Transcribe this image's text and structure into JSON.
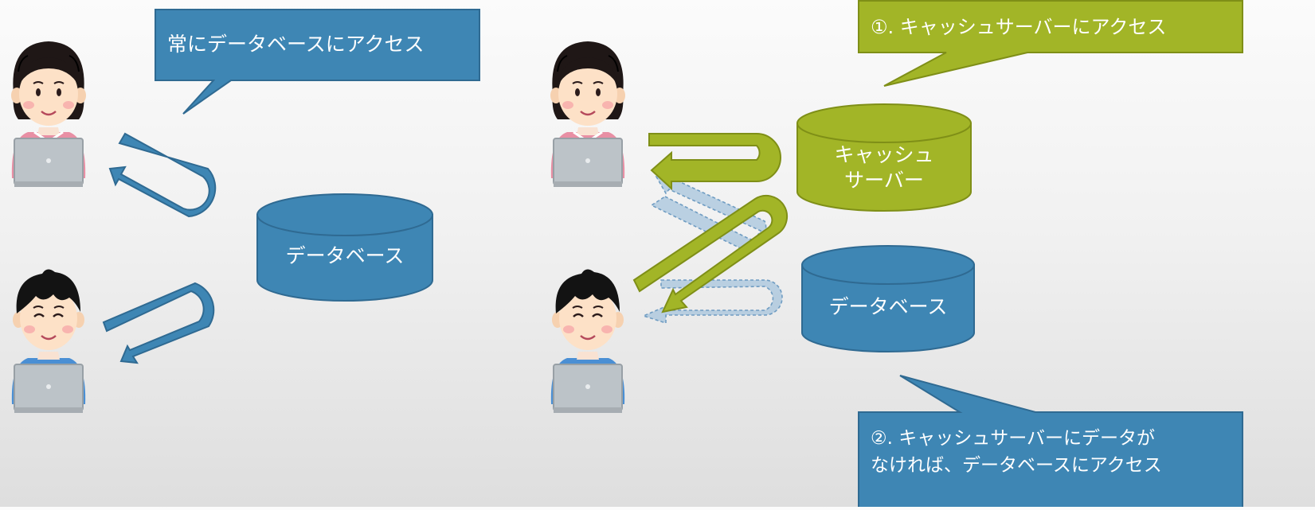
{
  "colors": {
    "blue": "#3e86b4",
    "blue_dark": "#2f6a92",
    "green": "#a2b527",
    "green_dark": "#7f8f17",
    "faded_blue": "#a7c4dc",
    "white": "#ffffff"
  },
  "left_panel": {
    "callout": "常にデータベースにアクセス",
    "database_label": "データベース"
  },
  "right_panel": {
    "callout_step1": "①. キャッシュサーバーにアクセス",
    "cache_label_line1": "キャッシュ",
    "cache_label_line2": "サーバー",
    "database_label": "データベース",
    "callout_step2_line1": "②. キャッシュサーバーにデータが",
    "callout_step2_line2": "なければ、データベースにアクセス"
  },
  "icons": {
    "female_user": "woman-with-laptop-icon",
    "male_user": "man-with-laptop-icon"
  }
}
